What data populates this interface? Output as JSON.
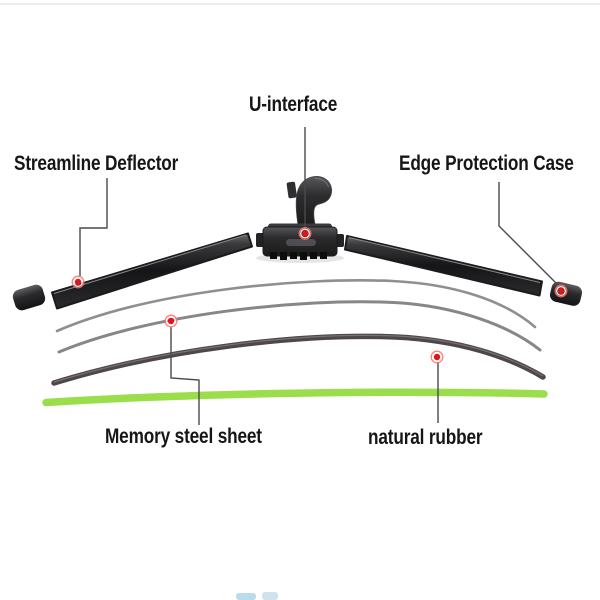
{
  "diagram": {
    "labels": {
      "u_interface": "U-interface",
      "streamline_deflector": "Streamline Deflector",
      "edge_protection_case": "Edge Protection Case",
      "memory_steel_sheet": "Memory steel sheet",
      "natural_rubber": "natural rubber"
    },
    "parts": [
      "U-interface",
      "Streamline Deflector",
      "Edge Protection Case",
      "Memory steel sheet",
      "natural rubber"
    ],
    "marker_count": "5",
    "colors": {
      "background": "#ffffff",
      "label_text": "#161616",
      "blade_black": "#1b1b1d",
      "steel_sheet_gray": "#8f8f91",
      "rubber_dark": "#4d4748",
      "green_strip": "#9ade4b",
      "marker_red": "#e01616",
      "marker_ring": "#ff6f6f",
      "leader_line": "#4a4a4a"
    }
  }
}
